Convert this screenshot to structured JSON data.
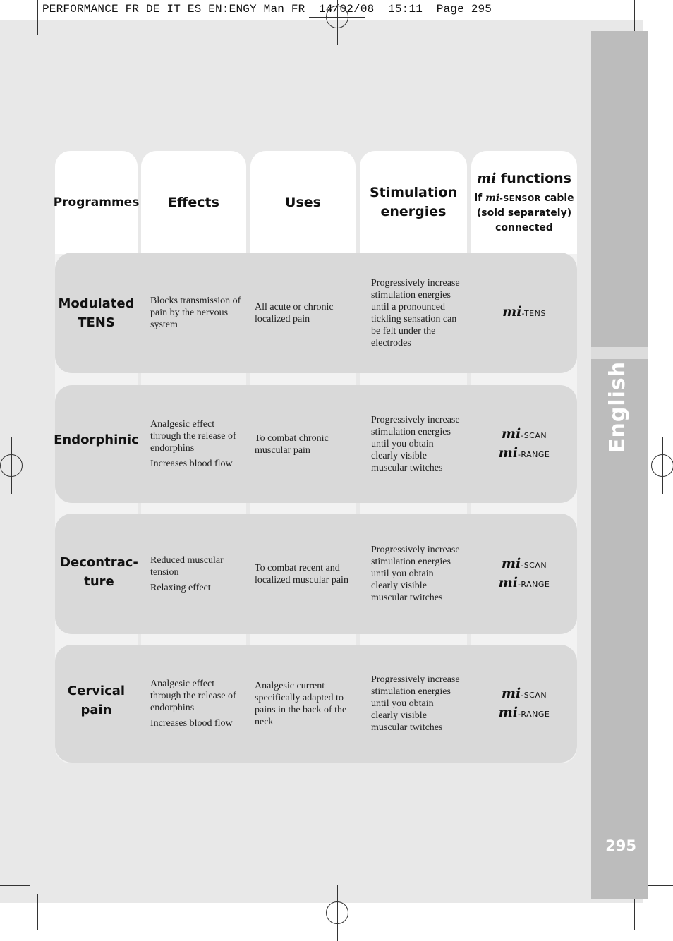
{
  "print_header": "PERFORMANCE FR DE IT ES EN:ENGY Man FR  14/02/08  15:11  Page 295",
  "sidebar": {
    "language": "English",
    "page_number": "295"
  },
  "table": {
    "headers": {
      "programmes": "Programmes",
      "effects": "Effects",
      "uses": "Uses",
      "stimulation_line1": "Stimulation",
      "stimulation_line2": "energies",
      "mi_logo": "mi",
      "functions": " functions",
      "if": "if ",
      "sensor": "-SENSOR",
      "cable": " cable",
      "sold_separately": "(sold separately)",
      "connected": "connected"
    },
    "rows": [
      {
        "programme_line1": "Modulated",
        "programme_line2": "TENS",
        "effects": [
          "Blocks transmission of pain by the nervous system"
        ],
        "uses": "All acute or chronic localized pain",
        "stimulation": "Progressively increase stimulation energies until a pronounced tickling sensation can be felt under the electrodes",
        "functions": [
          "-TENS"
        ]
      },
      {
        "programme_line1": "Endorphinic",
        "programme_line2": "",
        "effects": [
          "Analgesic effect through the release of endorphins",
          "Increases blood flow"
        ],
        "uses": "To combat chronic muscular pain",
        "stimulation": "Progressively increase stimulation energies until you obtain clearly visible muscular twitches",
        "functions": [
          "-SCAN",
          "-RANGE"
        ]
      },
      {
        "programme_line1": "Decontrac-",
        "programme_line2": "ture",
        "effects": [
          "Reduced muscular tension",
          "Relaxing effect"
        ],
        "uses": "To combat recent and localized muscular pain",
        "stimulation": "Progressively increase stimulation energies until you obtain clearly visible muscular twitches",
        "functions": [
          "-SCAN",
          "-RANGE"
        ]
      },
      {
        "programme_line1": "Cervical",
        "programme_line2": "pain",
        "effects": [
          "Analgesic effect through the release of endorphins",
          "Increases blood flow"
        ],
        "uses": "Analgesic current specifically adapted to pains in the back of the neck",
        "stimulation": "Progressively increase stimulation energies until you obtain clearly visible muscular twitches",
        "functions": [
          "-SCAN",
          "-RANGE"
        ]
      }
    ]
  }
}
